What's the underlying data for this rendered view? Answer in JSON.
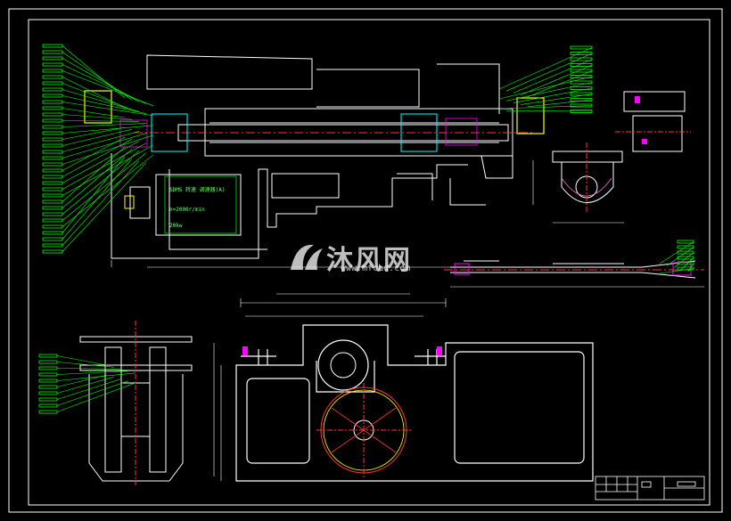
{
  "watermark": {
    "text": "沐风网",
    "url": "www.mfcad.com"
  },
  "notes": {
    "spec_line1": "SDMS 转速 调速器(A)",
    "spec_line2": "n=2000r/min",
    "spec_line3": "20kw"
  },
  "colors": {
    "background": "#000000",
    "outline": "#ffffff",
    "leader": "#00ff00",
    "center": "#ff3333",
    "highlight": "#ffff00",
    "accent": "#ff00ff"
  }
}
